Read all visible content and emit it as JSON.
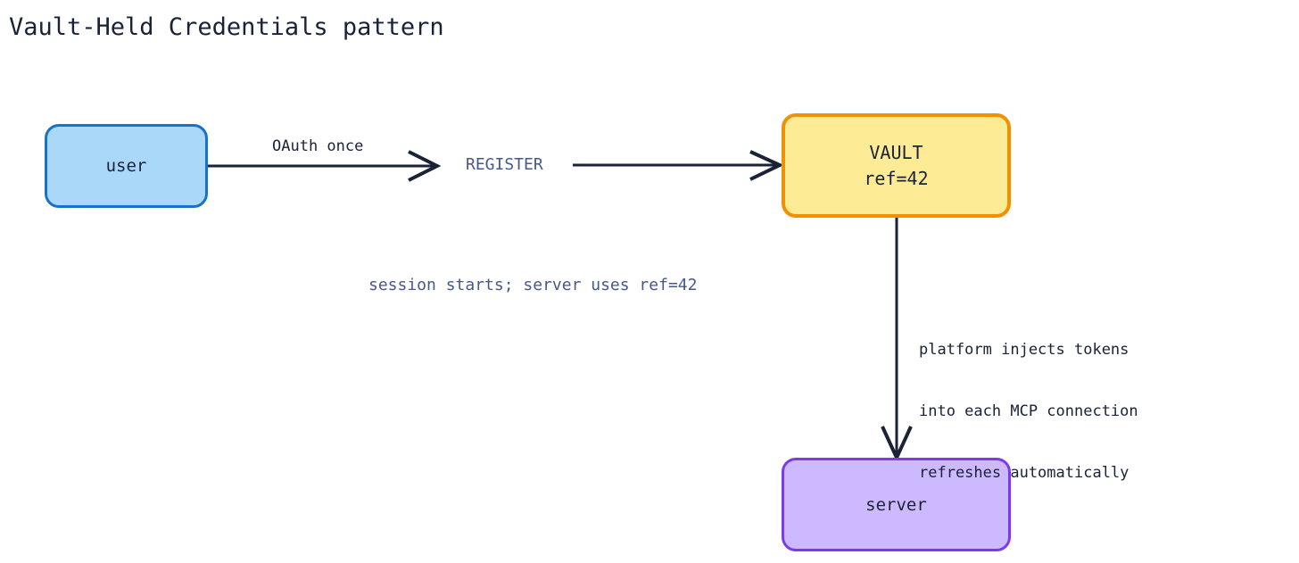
{
  "diagram": {
    "title": "Vault-Held Credentials pattern",
    "type": "flow",
    "colors": {
      "title_text": "#1a2238",
      "muted_text": "#46598a",
      "dark_text": "#1a2238",
      "edge_stroke": "#1a2238",
      "user_fill": "#a9d8f9",
      "user_stroke": "#1a72c6",
      "vault_fill": "#fdeb96",
      "vault_stroke": "#f29100",
      "server_fill": "#cdb9fd",
      "server_stroke": "#7c3aed",
      "background": "#ffffff"
    },
    "nodes": [
      {
        "id": "user",
        "label": "user",
        "shape": "rounded-rect"
      },
      {
        "id": "vault",
        "label_line1": "VAULT",
        "label_line2": "ref=42",
        "shape": "rounded-rect"
      },
      {
        "id": "server",
        "label": "server",
        "shape": "rounded-rect"
      }
    ],
    "edges": [
      {
        "id": "user-to-register",
        "label": "OAuth once",
        "from": "user",
        "to": "register-step",
        "direction": "right",
        "arrowhead": "open-v"
      },
      {
        "id": "register-to-vault",
        "label": "REGISTER",
        "from": "register-step",
        "to": "vault",
        "direction": "right",
        "arrowhead": "open-v"
      },
      {
        "id": "vault-to-server",
        "label_lines": [
          "platform injects tokens",
          "into each MCP connection",
          "refreshes automatically"
        ],
        "from": "vault",
        "to": "server",
        "direction": "down",
        "arrowhead": "open-v"
      }
    ],
    "annotations": [
      {
        "id": "session-note",
        "text": "session starts; server uses ref=42"
      }
    ],
    "inject_note": {
      "line1": "platform injects tokens",
      "line2": "into each MCP connection",
      "line3": "refreshes automatically"
    }
  }
}
